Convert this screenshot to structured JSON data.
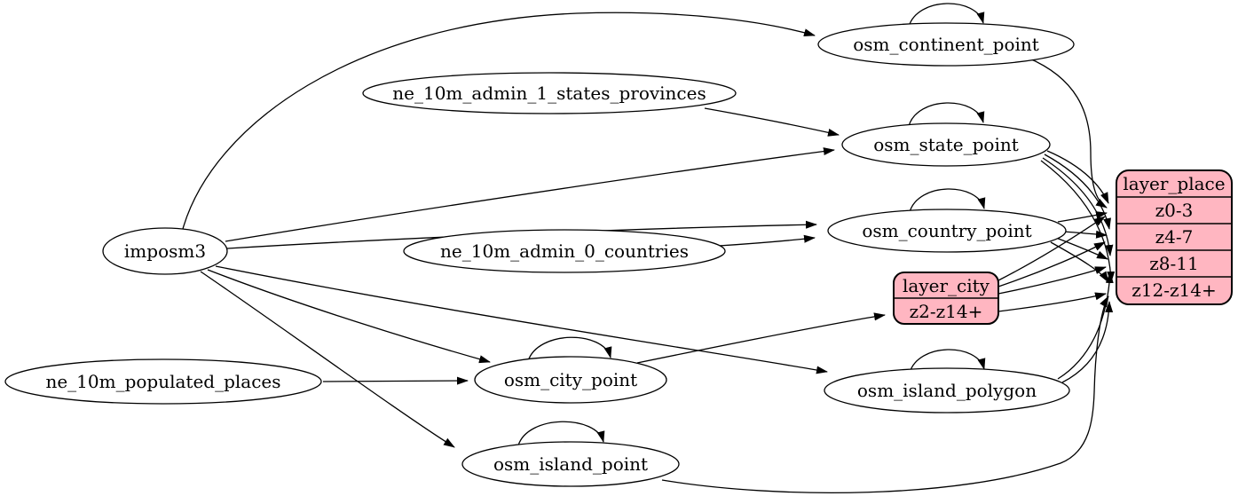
{
  "diagram": {
    "type": "graphviz-etl-flow",
    "colors": {
      "background": "#ffffff",
      "node_fill": "#ffffff",
      "node_stroke": "#000000",
      "edge_color": "#000000",
      "record_fill": "#ffb6c1"
    },
    "nodes": {
      "imposm3": "imposm3",
      "ne_admin1": "ne_10m_admin_1_states_provinces",
      "ne_admin0": "ne_10m_admin_0_countries",
      "ne_populated": "ne_10m_populated_places",
      "continent": "osm_continent_point",
      "state": "osm_state_point",
      "country": "osm_country_point",
      "city": "osm_city_point",
      "island_polygon": "osm_island_polygon",
      "island_point": "osm_island_point"
    },
    "records": {
      "layer_city": {
        "title": "layer_city",
        "rows": [
          "z2-z14+"
        ]
      },
      "layer_place": {
        "title": "layer_place",
        "rows": [
          "z0-3",
          "z4-7",
          "z8-11",
          "z12-z14+"
        ]
      }
    },
    "self_loops": [
      "osm_continent_point",
      "osm_state_point",
      "osm_country_point",
      "osm_city_point",
      "osm_island_polygon",
      "osm_island_point"
    ],
    "edges": [
      {
        "from": "imposm3",
        "to": "osm_continent_point"
      },
      {
        "from": "imposm3",
        "to": "osm_state_point"
      },
      {
        "from": "imposm3",
        "to": "osm_country_point"
      },
      {
        "from": "imposm3",
        "to": "osm_city_point"
      },
      {
        "from": "imposm3",
        "to": "osm_island_polygon"
      },
      {
        "from": "imposm3",
        "to": "osm_island_point"
      },
      {
        "from": "ne_10m_admin_1_states_provinces",
        "to": "osm_state_point"
      },
      {
        "from": "ne_10m_admin_0_countries",
        "to": "osm_country_point"
      },
      {
        "from": "ne_10m_populated_places",
        "to": "osm_city_point"
      },
      {
        "from": "osm_city_point",
        "to": "layer_city:z2-z14+"
      },
      {
        "from": "osm_continent_point",
        "to": "layer_place:z0-3"
      },
      {
        "from": "osm_state_point",
        "to": "layer_place:z0-3"
      },
      {
        "from": "osm_state_point",
        "to": "layer_place:z4-7"
      },
      {
        "from": "osm_state_point",
        "to": "layer_place:z8-11"
      },
      {
        "from": "osm_state_point",
        "to": "layer_place:z12-z14+"
      },
      {
        "from": "osm_country_point",
        "to": "layer_place:z0-3"
      },
      {
        "from": "osm_country_point",
        "to": "layer_place:z4-7"
      },
      {
        "from": "osm_country_point",
        "to": "layer_place:z8-11"
      },
      {
        "from": "osm_country_point",
        "to": "layer_place:z12-z14+"
      },
      {
        "from": "layer_city:z2-z14+",
        "to": "layer_place:z0-3"
      },
      {
        "from": "layer_city:z2-z14+",
        "to": "layer_place:z4-7"
      },
      {
        "from": "layer_city:z2-z14+",
        "to": "layer_place:z8-11"
      },
      {
        "from": "layer_city:z2-z14+",
        "to": "layer_place:z12-z14+"
      },
      {
        "from": "osm_island_polygon",
        "to": "layer_place:z8-11"
      },
      {
        "from": "osm_island_polygon",
        "to": "layer_place:z12-z14+"
      },
      {
        "from": "osm_island_point",
        "to": "layer_place:z12-z14+"
      }
    ]
  }
}
